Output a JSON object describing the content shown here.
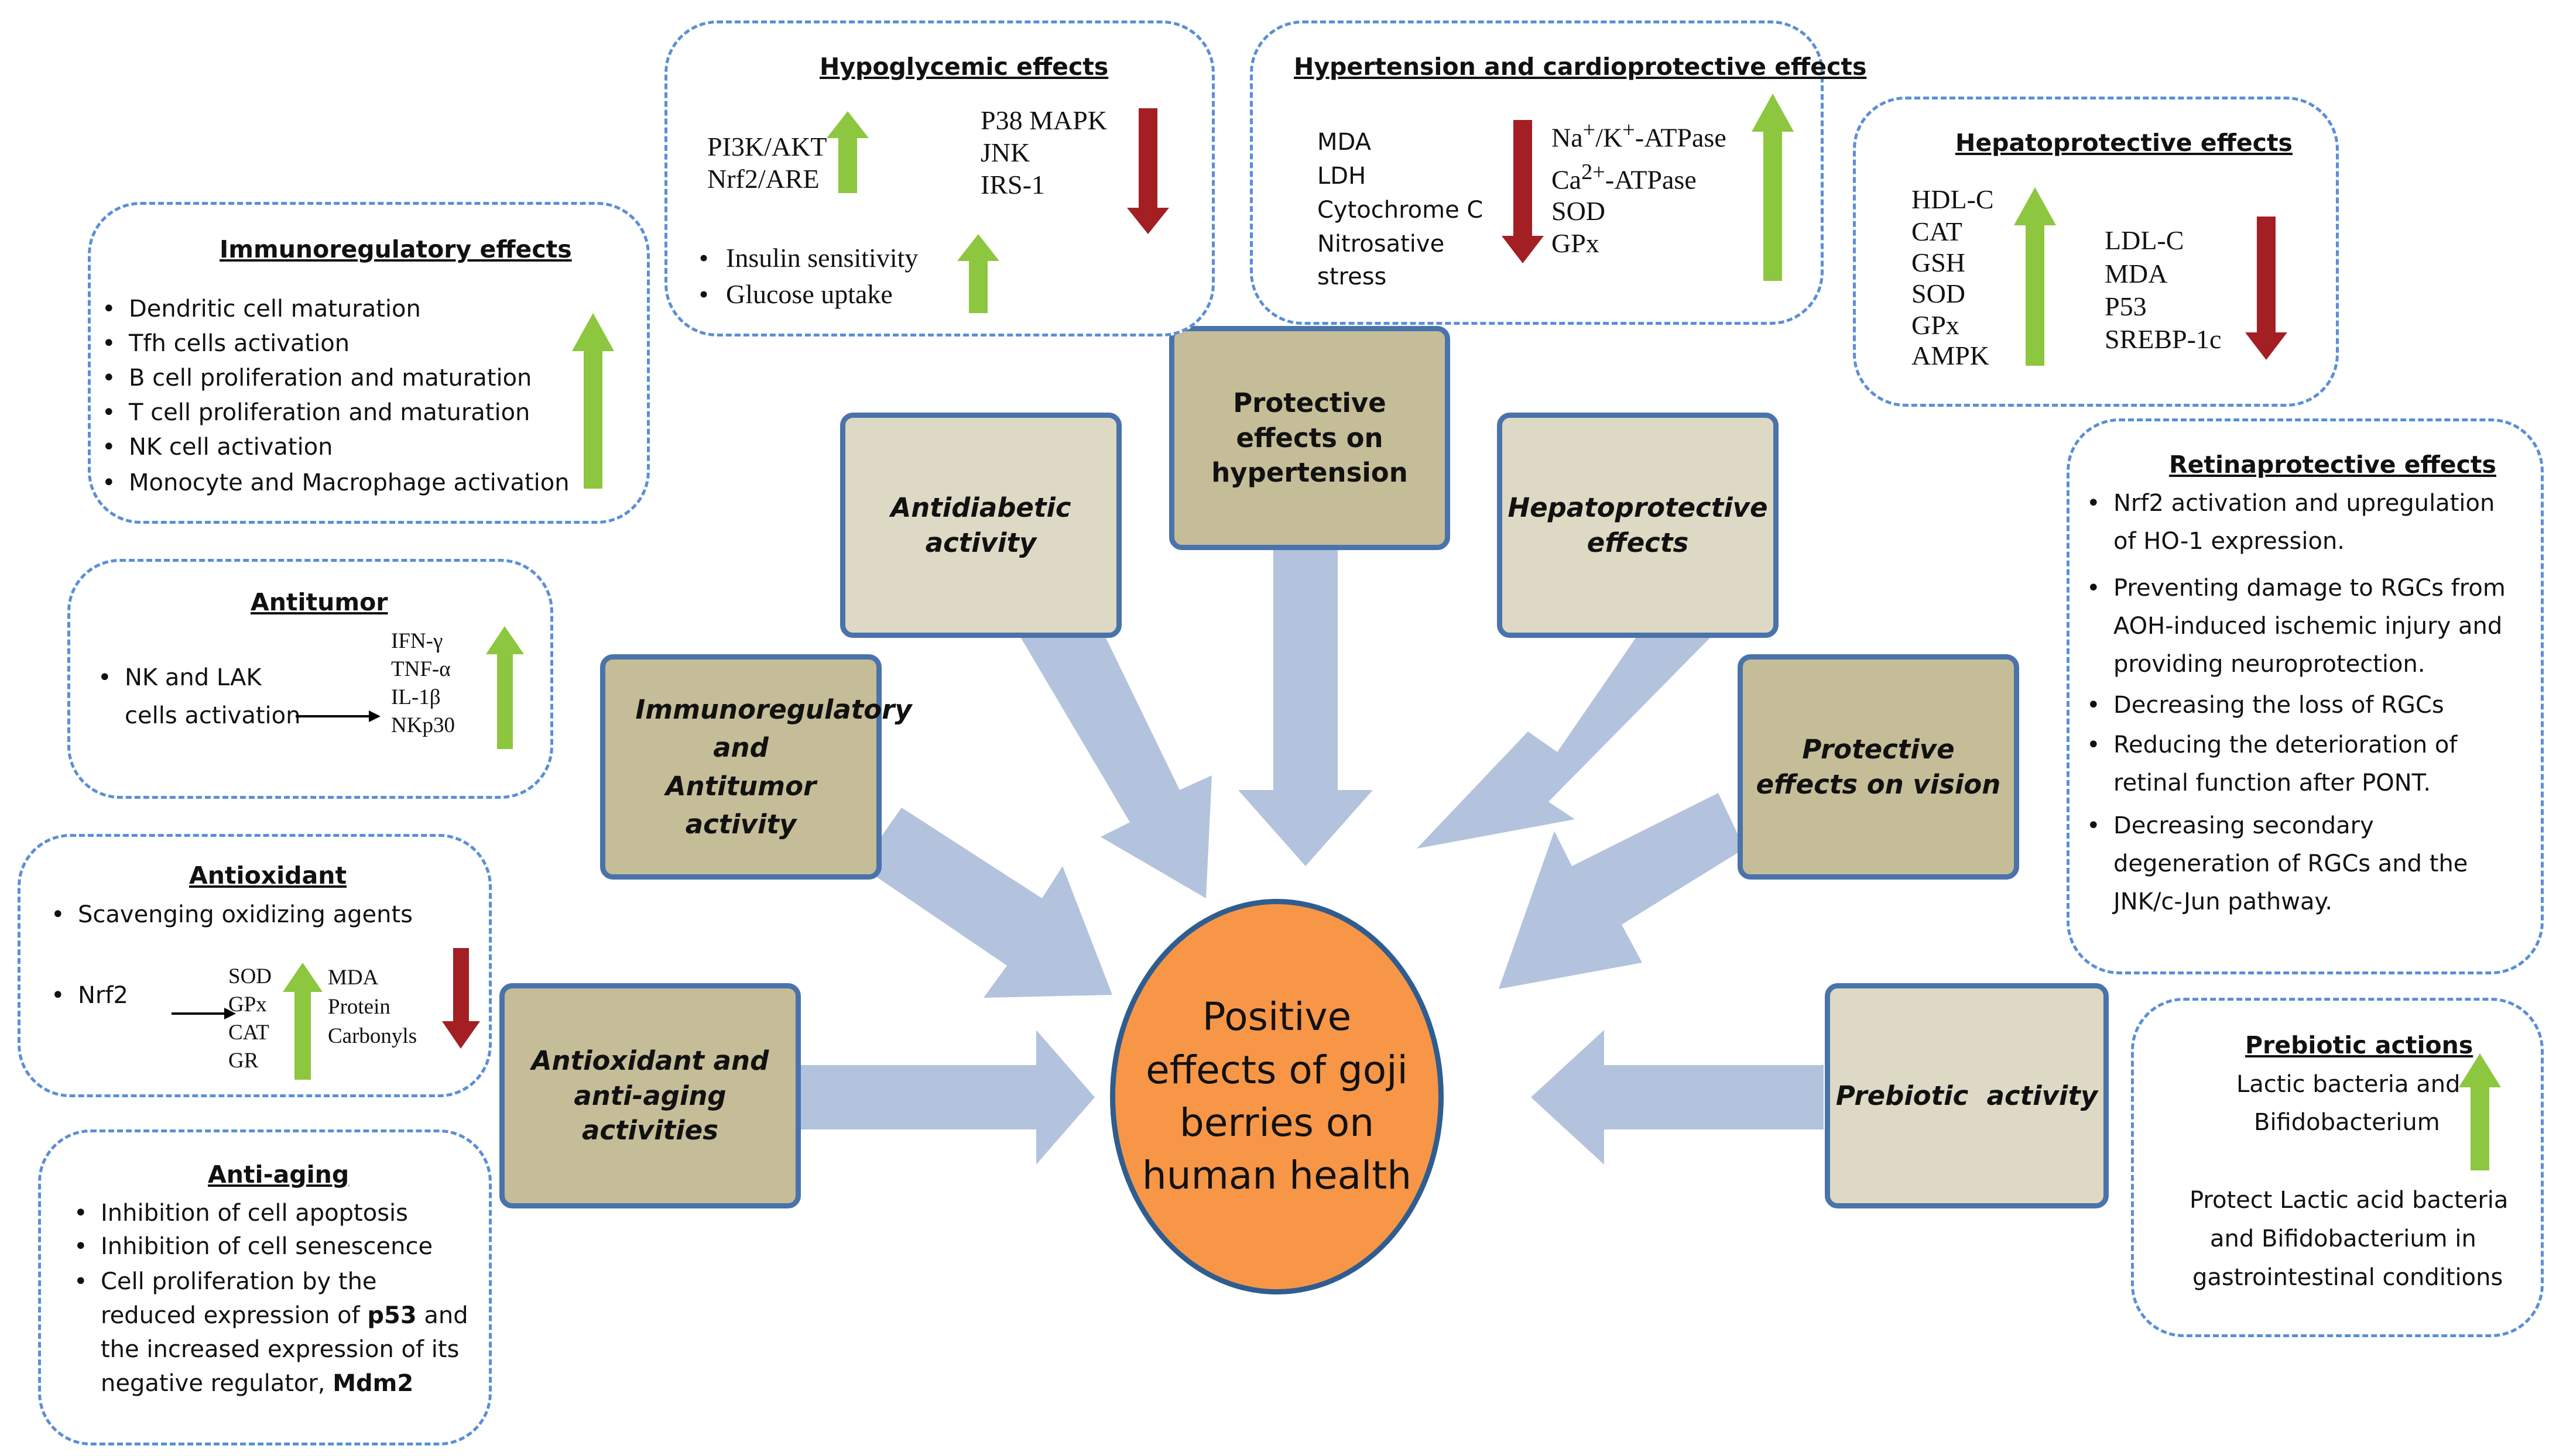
{
  "colors": {
    "arrow_up": "#8dc63f",
    "arrow_down": "#a31f24",
    "hub_arrow": "#b3c3dd",
    "center_fill": "#f79646",
    "dashed_border": "#5b8fd6"
  },
  "center": {
    "text": "Positive effects of goji berries on human health"
  },
  "categories": {
    "protective_hypertension": "Protective effects on hypertension",
    "antidiabetic": "Antidiabetic activity",
    "hepatoprotective": "Hepatoprotective effects",
    "immuno_antitumor": "Immunoregulatory and Antitumor activity",
    "vision": "Protective effects on vision",
    "antioxidant_antiaging": "Antioxidant and anti-aging activities",
    "prebiotic": "Prebiotic  activity"
  },
  "hypoglycemic": {
    "title": "Hypoglycemic effects",
    "up_markers": [
      "PI3K/AKT",
      "Nrf2/ARE"
    ],
    "down_markers": [
      "P38 MAPK",
      "JNK",
      "IRS-1"
    ],
    "bullets": [
      "Insulin sensitivity",
      "Glucose uptake"
    ]
  },
  "hypertension": {
    "title": "Hypertension and cardioprotective effects",
    "down_markers": [
      "MDA",
      "LDH",
      "Cytochrome C",
      "Nitrosative",
      "stress"
    ],
    "up_markers": [
      "Na+/K+-ATPase",
      "Ca2+-ATPase",
      "SOD",
      "GPx"
    ]
  },
  "hepatoprotective": {
    "title": "Hepatoprotective effects",
    "up_markers": [
      "HDL-C",
      "CAT",
      "GSH",
      "SOD",
      "GPx",
      "AMPK"
    ],
    "down_markers": [
      "LDL-C",
      "MDA",
      "P53",
      "SREBP-1c"
    ]
  },
  "immunoregulatory": {
    "title": "Immunoregulatory effects",
    "bullets": [
      "Dendritic cell maturation",
      "Tfh cells activation",
      "B cell proliferation and maturation",
      "T cell proliferation and maturation",
      "NK  cell activation",
      "Monocyte and Macrophage activation"
    ]
  },
  "antitumor": {
    "title": "Antitumor",
    "bullet_line1": "NK and LAK",
    "bullet_line2": "cells activation",
    "markers": [
      "IFN-γ",
      "TNF-α",
      "IL-1β",
      "NKp30"
    ]
  },
  "antioxidant": {
    "title": "Antioxidant",
    "bullet1": "Scavenging oxidizing agents",
    "bullet2": "Nrf2",
    "up_markers": [
      "SOD",
      "GPx",
      "CAT",
      "GR"
    ],
    "down_markers": [
      "MDA",
      "Protein",
      "Carbonyls"
    ]
  },
  "antiaging": {
    "title": "Anti-aging",
    "bullet1": "Inhibition of cell apoptosis",
    "bullet2": "Inhibition of cell senescence",
    "bullet3_l1": "Cell proliferation by the",
    "bullet3_l2a": "reduced expression of ",
    "bullet3_l2b": "p53",
    "bullet3_l2c": " and",
    "bullet3_l3": "the increased expression of its",
    "bullet3_l4a": "negative regulator, ",
    "bullet3_l4b": "Mdm2"
  },
  "retina": {
    "title": "Retinaprotective effects",
    "lines": [
      "Nrf2 activation and upregulation",
      "of HO-1 expression.",
      "Preventing damage to RGCs from",
      "AOH-induced ischemic injury and",
      "providing neuroprotection.",
      "Decreasing the loss of RGCs",
      "Reducing the deterioration of",
      "retinal function after PONT.",
      "Decreasing secondary",
      "degeneration of RGCs and the",
      "JNK/c-Jun pathway."
    ]
  },
  "prebiotic": {
    "title": "Prebiotic actions",
    "line1": "Lactic bacteria and",
    "line2": "Bifidobacterium",
    "line3": "Protect Lactic acid bacteria",
    "line4": "and Bifidobacterium in",
    "line5": "gastrointestinal conditions"
  }
}
